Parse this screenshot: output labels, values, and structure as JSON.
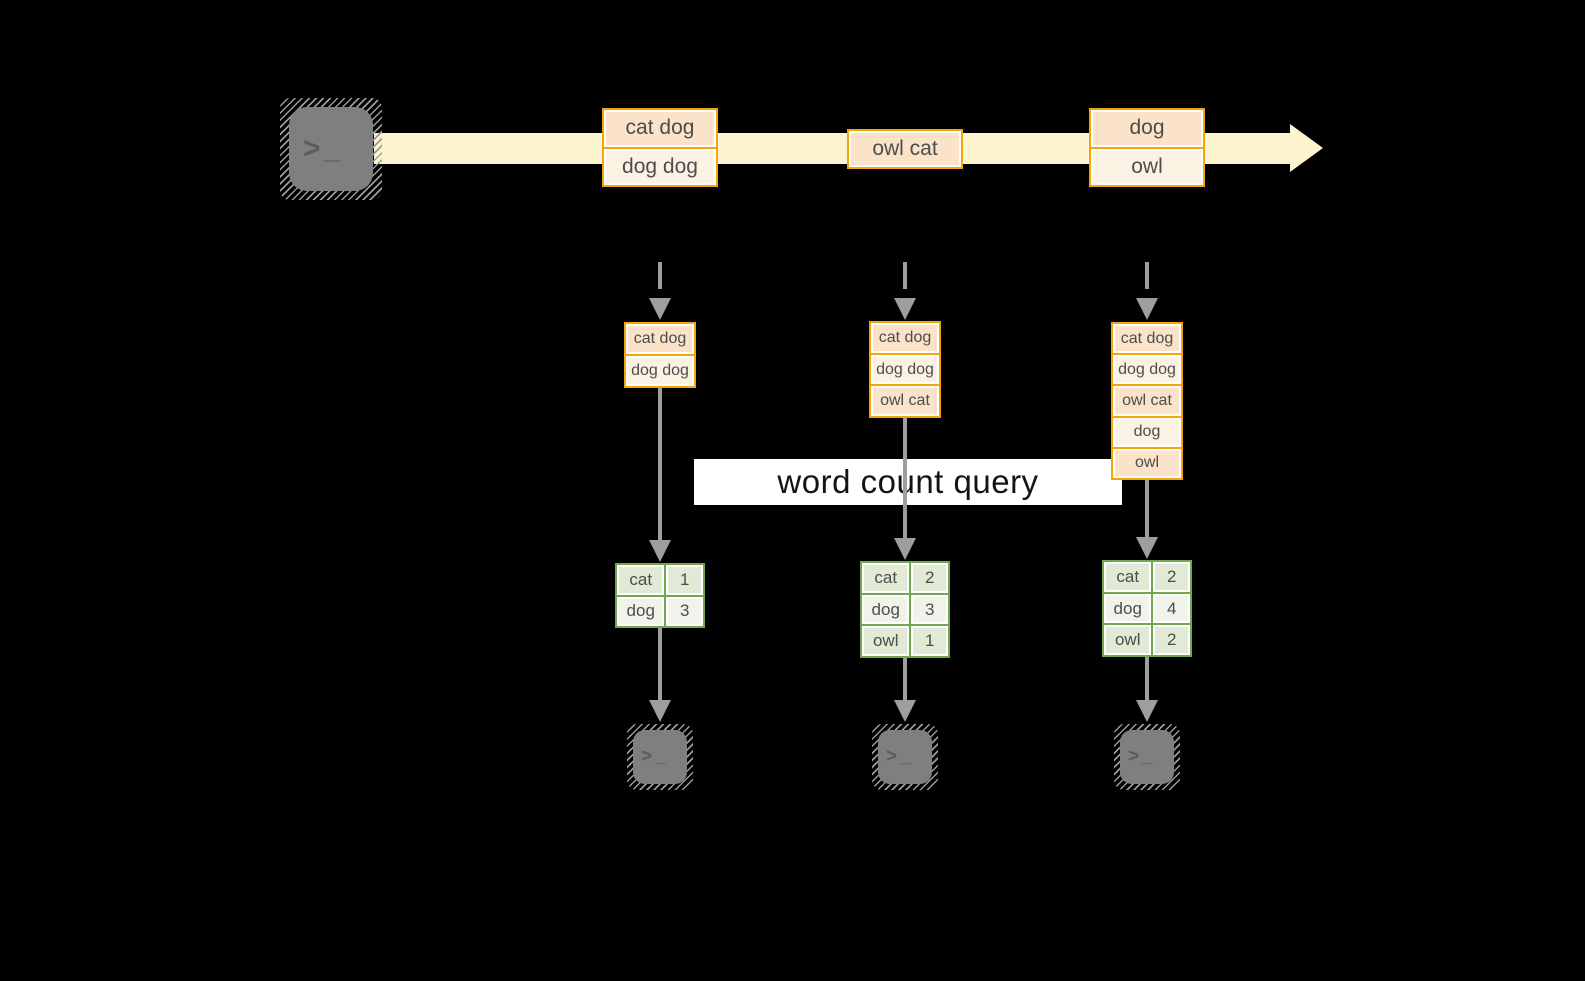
{
  "colors": {
    "background": "#000000",
    "accent_orange": "#F2A50E",
    "record_fill_dark": "#FAE3C8",
    "record_fill_light": "#FCF2E4",
    "timeline_fill": "#FCF3CF",
    "green_border": "#6FA84F",
    "green_fill_dark": "#E2E9D5",
    "green_fill_light": "#EFF3EA",
    "arrow_gray": "#9E9E9E",
    "terminal_fill": "#7F7F7F",
    "label_bg": "#FFFFFF",
    "text_gray": "#4D4D4D"
  },
  "diagram": {
    "query_label": "word count query",
    "prompt_glyph": ">_",
    "timeline_batches": [
      {
        "records": [
          "cat dog",
          "dog dog"
        ]
      },
      {
        "records": [
          "owl cat"
        ]
      },
      {
        "records": [
          "dog",
          "owl"
        ]
      }
    ],
    "columns": [
      {
        "input_records": [
          "cat dog",
          "dog dog"
        ],
        "counts": [
          {
            "word": "cat",
            "count": "1"
          },
          {
            "word": "dog",
            "count": "3"
          }
        ]
      },
      {
        "input_records": [
          "cat dog",
          "dog dog",
          "owl cat"
        ],
        "counts": [
          {
            "word": "cat",
            "count": "2"
          },
          {
            "word": "dog",
            "count": "3"
          },
          {
            "word": "owl",
            "count": "1"
          }
        ]
      },
      {
        "input_records": [
          "cat dog",
          "dog dog",
          "owl cat",
          "dog",
          "owl"
        ],
        "counts": [
          {
            "word": "cat",
            "count": "2"
          },
          {
            "word": "dog",
            "count": "4"
          },
          {
            "word": "owl",
            "count": "2"
          }
        ]
      }
    ]
  }
}
